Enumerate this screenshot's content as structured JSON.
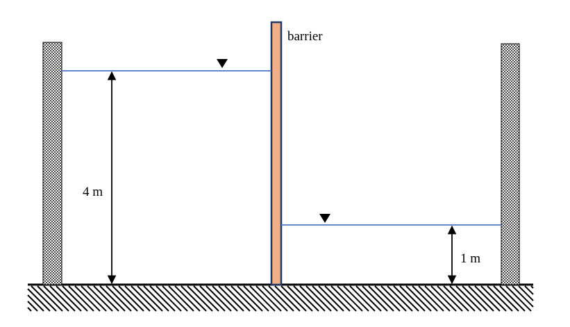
{
  "labels": {
    "barrier": "barrier",
    "left_depth": "4 m",
    "right_depth": "1 m"
  },
  "colors": {
    "water_surface": "#4a76c8",
    "barrier_fill": "#f4ae86",
    "barrier_outline": "#1f3864",
    "wall_checker_dark": "#444444",
    "wall_checker_light": "#ffffff"
  },
  "icons": {
    "water_level_marker": "inverted-triangle",
    "ground_hatch": "diagonal-hatching",
    "dimension_arrow": "double-headed-arrow"
  }
}
